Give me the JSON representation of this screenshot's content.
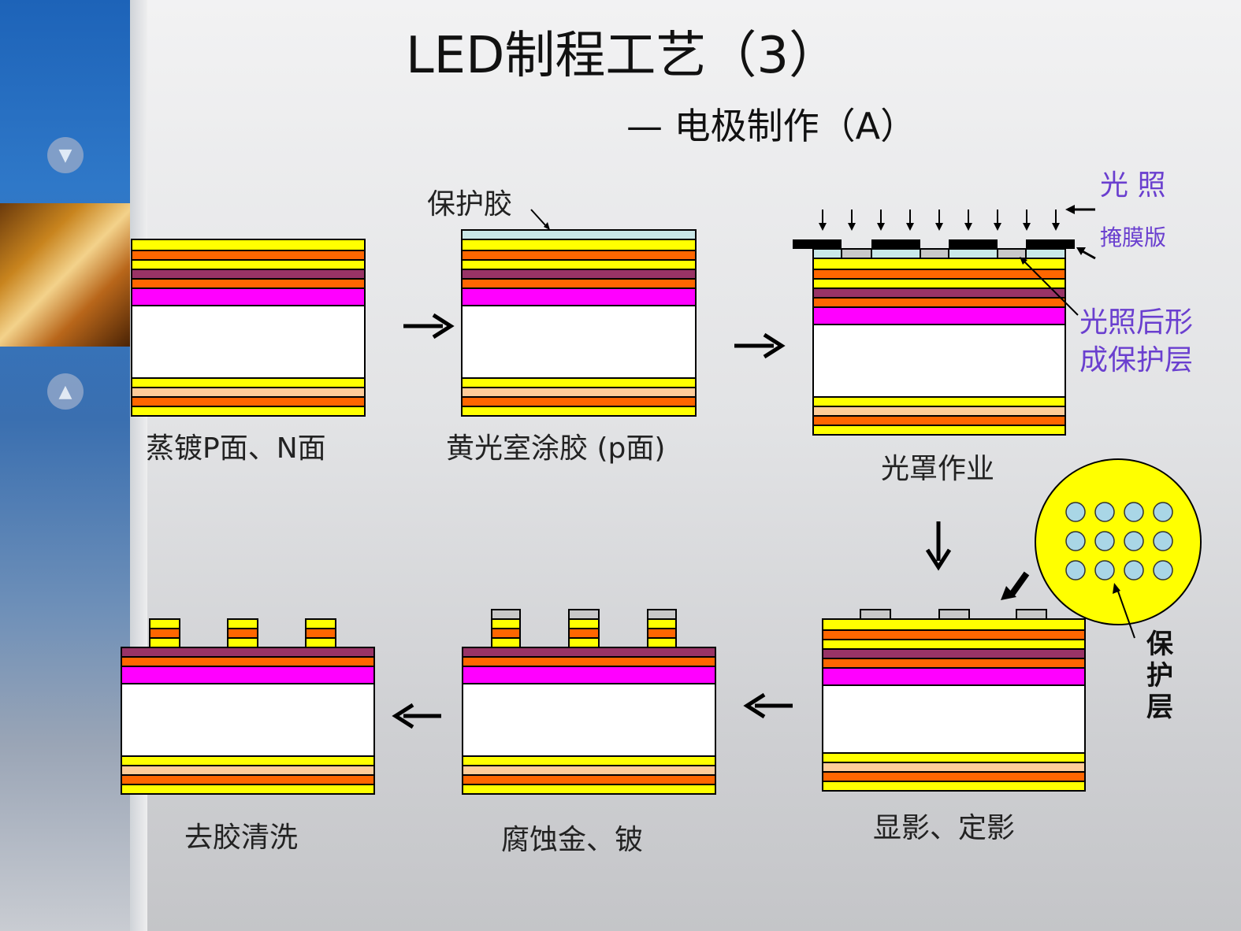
{
  "title": "LED制程工艺（3）",
  "subtitle": "— 电极制作（A）",
  "steps": [
    {
      "label": "蒸镀P面、N面"
    },
    {
      "label": "黄光室涂胶 (p面)"
    },
    {
      "label": "光罩作业"
    },
    {
      "label": "显影、定影"
    },
    {
      "label": "腐蚀金、铍"
    },
    {
      "label": "去胶清洗"
    }
  ],
  "annotations": {
    "photoresist": "保护胶",
    "light": "光 照",
    "mask": "掩膜版",
    "protect_formed_line1": "光照后形",
    "protect_formed_line2": "成保护层",
    "protect_layer_line1": "保",
    "protect_layer_line2": "护",
    "protect_layer_line3": "层"
  },
  "colors": {
    "yellow": "#ffff00",
    "orange": "#ff6600",
    "maroon": "#993366",
    "magenta": "#ff00ff",
    "peach": "#ffcc99",
    "resist": "#c9e8e8",
    "exposed": "#c8c8c8",
    "mask": "#000000",
    "accent_text": "#6a3fcf",
    "circle_dot": "#a9d6e6"
  },
  "icons": {
    "flow_arrow": "arrow-icon",
    "light_arrow": "down-arrow-icon"
  }
}
